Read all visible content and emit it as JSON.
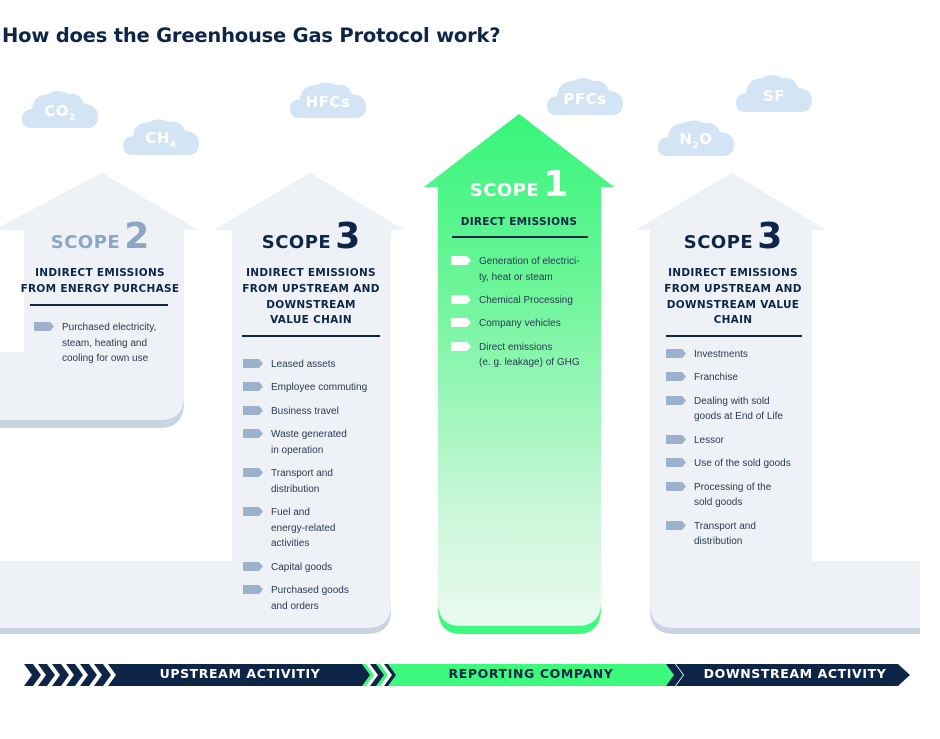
{
  "page": {
    "title": "How does the Greenhouse Gas Protocol work?"
  },
  "clouds": [
    {
      "id": "co2",
      "label": "CO",
      "sub": "2"
    },
    {
      "id": "ch4",
      "label": "CH",
      "sub": "4"
    },
    {
      "id": "hfcs",
      "label": "HFCs",
      "sub": ""
    },
    {
      "id": "pfcs",
      "label": "PFCs",
      "sub": ""
    },
    {
      "id": "sf",
      "label": "SF",
      "sub": ""
    },
    {
      "id": "n2o",
      "label": "N",
      "sub": "2",
      "tail": "O"
    }
  ],
  "scope2": {
    "word": "SCOPE",
    "number": "2",
    "subtitle_lines": [
      "INDIRECT EMISSIONS",
      "FROM ENERGY PURCHASE"
    ],
    "items": [
      "Purchased electricity,\nsteam, heating and\ncooling for own use"
    ]
  },
  "scope3_up": {
    "word": "SCOPE",
    "number": "3",
    "subtitle_lines": [
      "INDIRECT EMISSIONS",
      "FROM UPSTREAM AND",
      "DOWNSTREAM",
      "VALUE CHAIN"
    ],
    "items": [
      "Leased assets",
      "Employee commuting",
      "Business travel",
      "Waste generated\nin operation",
      "Transport and\ndistribution",
      "Fuel and\nenergy-related\nactivities",
      "Capital goods",
      "Purchased goods\nand orders"
    ]
  },
  "scope1": {
    "word": "SCOPE",
    "number": "1",
    "subtitle_lines": [
      "DIRECT EMISSIONS"
    ],
    "items": [
      "Generation of electrici-\nty, heat or steam",
      "Chemical Processing",
      "Company vehicles",
      "Direct emissions\n(e. g. leakage) of GHG"
    ]
  },
  "scope3_down": {
    "word": "SCOPE",
    "number": "3",
    "subtitle_lines": [
      "INDIRECT EMISSIONS",
      "FROM UPSTREAM AND",
      "DOWNSTREAM VALUE",
      "CHAIN"
    ],
    "items": [
      "Investments",
      "Franchise",
      "Dealing with sold\ngoods at End of Life",
      "Lessor",
      "Use of the sold goods",
      "Processing of the\nsold goods",
      "Transport and\ndistribution"
    ]
  },
  "activity_bar": {
    "upstream": "UPSTREAM ACTIVITIY",
    "reporting": "REPORTING COMPANY",
    "downstream": "DOWNSTREAM ACTIVITY"
  },
  "colors": {
    "navy": "#0d2547",
    "green": "#3dfa7f",
    "panel": "#eef1f5",
    "panel_shadow": "#c9d3e1",
    "cloud": "#d3e4f5",
    "tag": "#9bb1cc",
    "scope2_text": "#8ea6c6"
  }
}
